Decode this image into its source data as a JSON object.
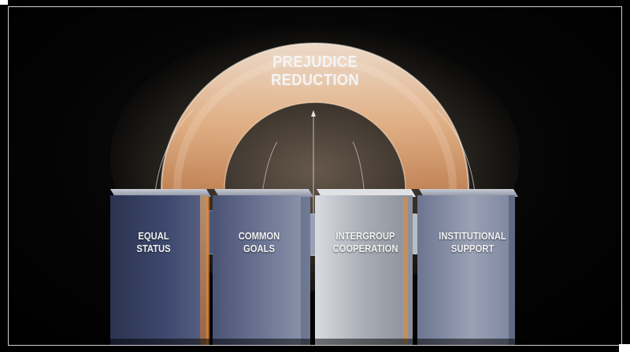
{
  "title": {
    "line1": "PREJUDICE",
    "line2": "REDUCTION"
  },
  "pillars": [
    {
      "line1": "EQUAL",
      "line2": "STATUS"
    },
    {
      "line1": "COMMON",
      "line2": "GOALS"
    },
    {
      "line1": "INTERGROUP",
      "line2": "COOPERATION"
    },
    {
      "line1": "INSTITUTIONAL",
      "line2": "SUPPORT"
    }
  ],
  "colors": {
    "background": "#000000",
    "arch_glow": "#f3c79c",
    "pillar_dark": "#3a4466",
    "pillar_light": "#b8bcc4",
    "accent_orange": "#f08a2c"
  }
}
